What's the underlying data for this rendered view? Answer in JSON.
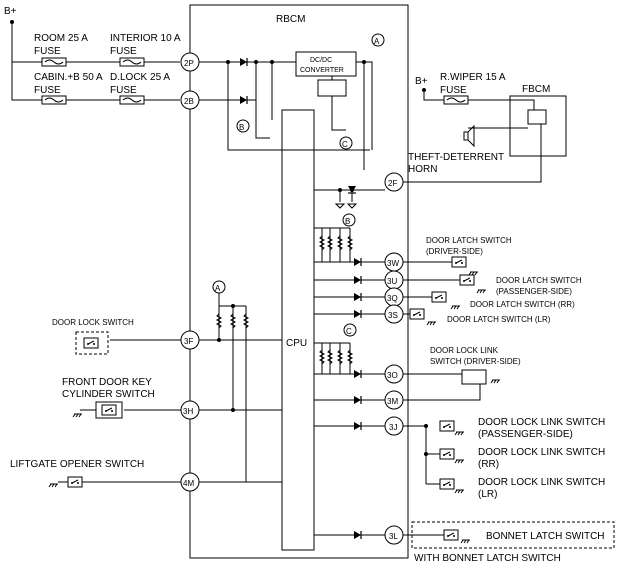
{
  "diagram": {
    "supply_top_left": "B+",
    "supply_right": "B+",
    "rbcm": "RBCM",
    "fbcm": "FBCM",
    "cpu": "CPU",
    "dcdc_line1": "DC/DC",
    "dcdc_line2": "CONVERTER",
    "fuses": {
      "room": {
        "l1": "ROOM 25 A",
        "l2": "FUSE"
      },
      "interior": {
        "l1": "INTERIOR 10 A",
        "l2": "FUSE"
      },
      "cabin": {
        "l1": "CABIN.+B 50 A",
        "l2": "FUSE"
      },
      "dlock": {
        "l1": "D.LOCK 25 A",
        "l2": "FUSE"
      },
      "rwiper": {
        "l1": "R.WIPER 15 A",
        "l2": "FUSE"
      }
    },
    "horn": {
      "l1": "THEFT-DETERRENT",
      "l2": "HORN"
    },
    "refs": {
      "a": "A",
      "b": "B",
      "c": "C"
    },
    "terminals": {
      "t2p": "2P",
      "t2b": "2B",
      "t2f": "2F",
      "t3w": "3W",
      "t3u": "3U",
      "t3q": "3Q",
      "t3s": "3S",
      "t3o": "3O",
      "t3m": "3M",
      "t3j": "3J",
      "t3f": "3F",
      "t3h": "3H",
      "t4m": "4M",
      "t3l": "3L"
    },
    "switches": {
      "latch_driver": {
        "l1": "DOOR LATCH SWITCH",
        "l2": "(DRIVER-SIDE)"
      },
      "latch_passenger": {
        "l1": "DOOR LATCH SWITCH",
        "l2": "(PASSENGER-SIDE)"
      },
      "latch_rr": "DOOR LATCH SWITCH (RR)",
      "latch_lr": "DOOR LATCH SWITCH (LR)",
      "link_driver": {
        "l1": "DOOR LOCK LINK",
        "l2": "SWITCH (DRIVER-SIDE)"
      },
      "link_passenger": {
        "l1": "DOOR LOCK LINK SWITCH",
        "l2": "(PASSENGER-SIDE)"
      },
      "link_rr": {
        "l1": "DOOR LOCK LINK SWITCH",
        "l2": "(RR)"
      },
      "link_lr": {
        "l1": "DOOR LOCK LINK SWITCH",
        "l2": "(LR)"
      },
      "door_lock": "DOOR LOCK SWITCH",
      "front_key": {
        "l1": "FRONT DOOR KEY",
        "l2": "CYLINDER SWITCH"
      },
      "liftgate": "LIFTGATE OPENER SWITCH",
      "bonnet": "BONNET LATCH SWITCH",
      "bonnet_note": "WITH BONNET LATCH SWITCH"
    }
  }
}
